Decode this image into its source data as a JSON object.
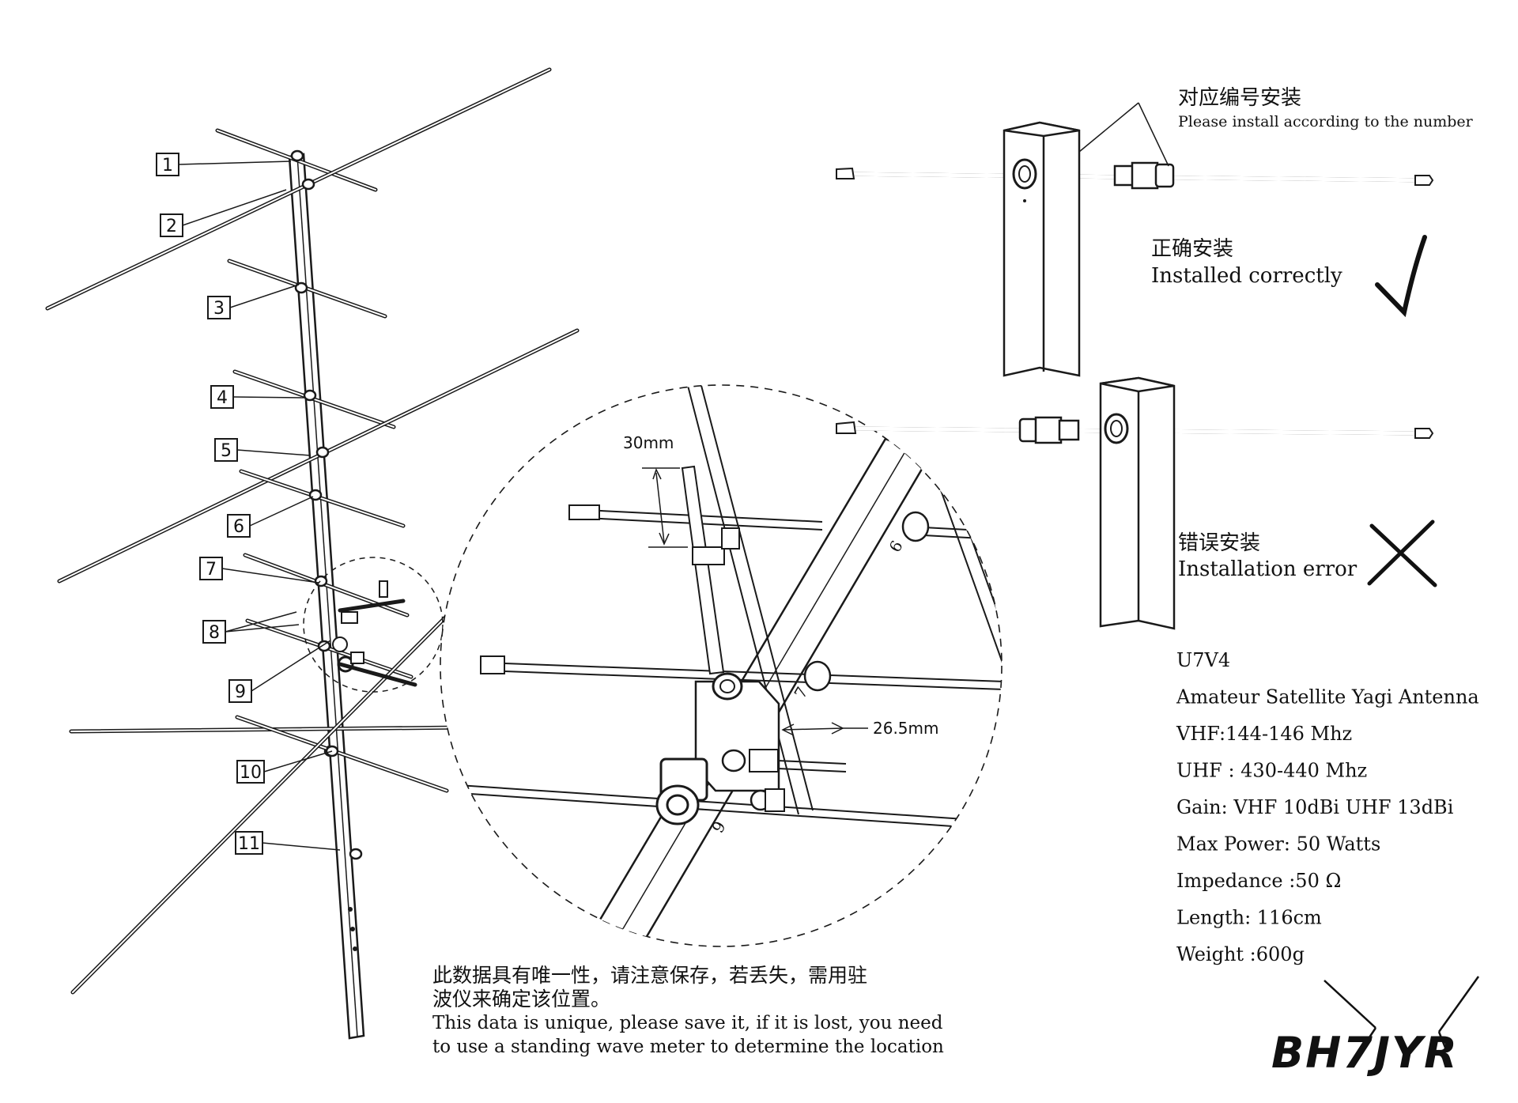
{
  "element_labels": [
    "1",
    "2",
    "3",
    "4",
    "5",
    "6",
    "7",
    "8",
    "9",
    "10",
    "11"
  ],
  "install_note": {
    "cn": "对应编号安装",
    "en": "Please install according to the number"
  },
  "correct": {
    "cn": "正确安装",
    "en": "Installed correctly"
  },
  "error": {
    "cn": "错误安装",
    "en": "Installation error"
  },
  "detail": {
    "dim_top": "30mm",
    "dim_side": "26.5mm",
    "boom_marks": [
      "6",
      "7",
      "9"
    ]
  },
  "specs": [
    "U7V4",
    "Amateur Satellite Yagi Antenna",
    "VHF:144-146 Mhz",
    "UHF : 430-440 Mhz",
    "Gain: VHF  10dBi UHF 13dBi",
    "Max Power: 50 Watts",
    "Impedance :50 Ω",
    "Length: 116cm",
    "Weight :600g"
  ],
  "unique_note": {
    "cn1": "此数据具有唯一性，请注意保存，若丢失，需用驻",
    "cn2": "波仪来确定该位置。",
    "en1": "This data is unique, please save it, if it is lost, you need",
    "en2": "to use a standing wave meter to determine the location"
  },
  "signature": "BH7JYR"
}
